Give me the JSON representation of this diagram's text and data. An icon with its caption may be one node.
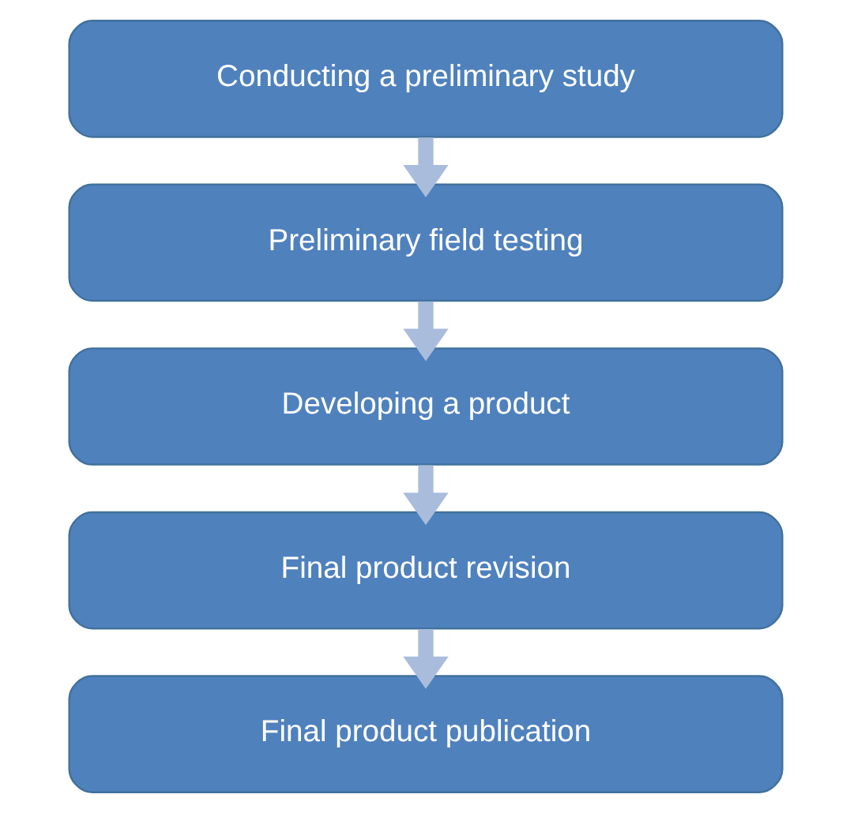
{
  "diagram": {
    "nodes": [
      {
        "text": [
          "Conducting a preliminary study"
        ]
      },
      {
        "text": [
          "Preliminary field testing"
        ]
      },
      {
        "text": [
          "Developing a product"
        ]
      },
      {
        "text": [
          "Final product revision"
        ]
      },
      {
        "text": [
          "Final product publication"
        ]
      }
    ],
    "edges": [
      {
        "from": 0,
        "to": 1,
        "arrow": "to"
      },
      {
        "from": 1,
        "to": 2,
        "arrow": "to"
      },
      {
        "from": 2,
        "to": 3,
        "arrow": "to"
      },
      {
        "from": 3,
        "to": 4,
        "arrow": "to"
      }
    ]
  }
}
